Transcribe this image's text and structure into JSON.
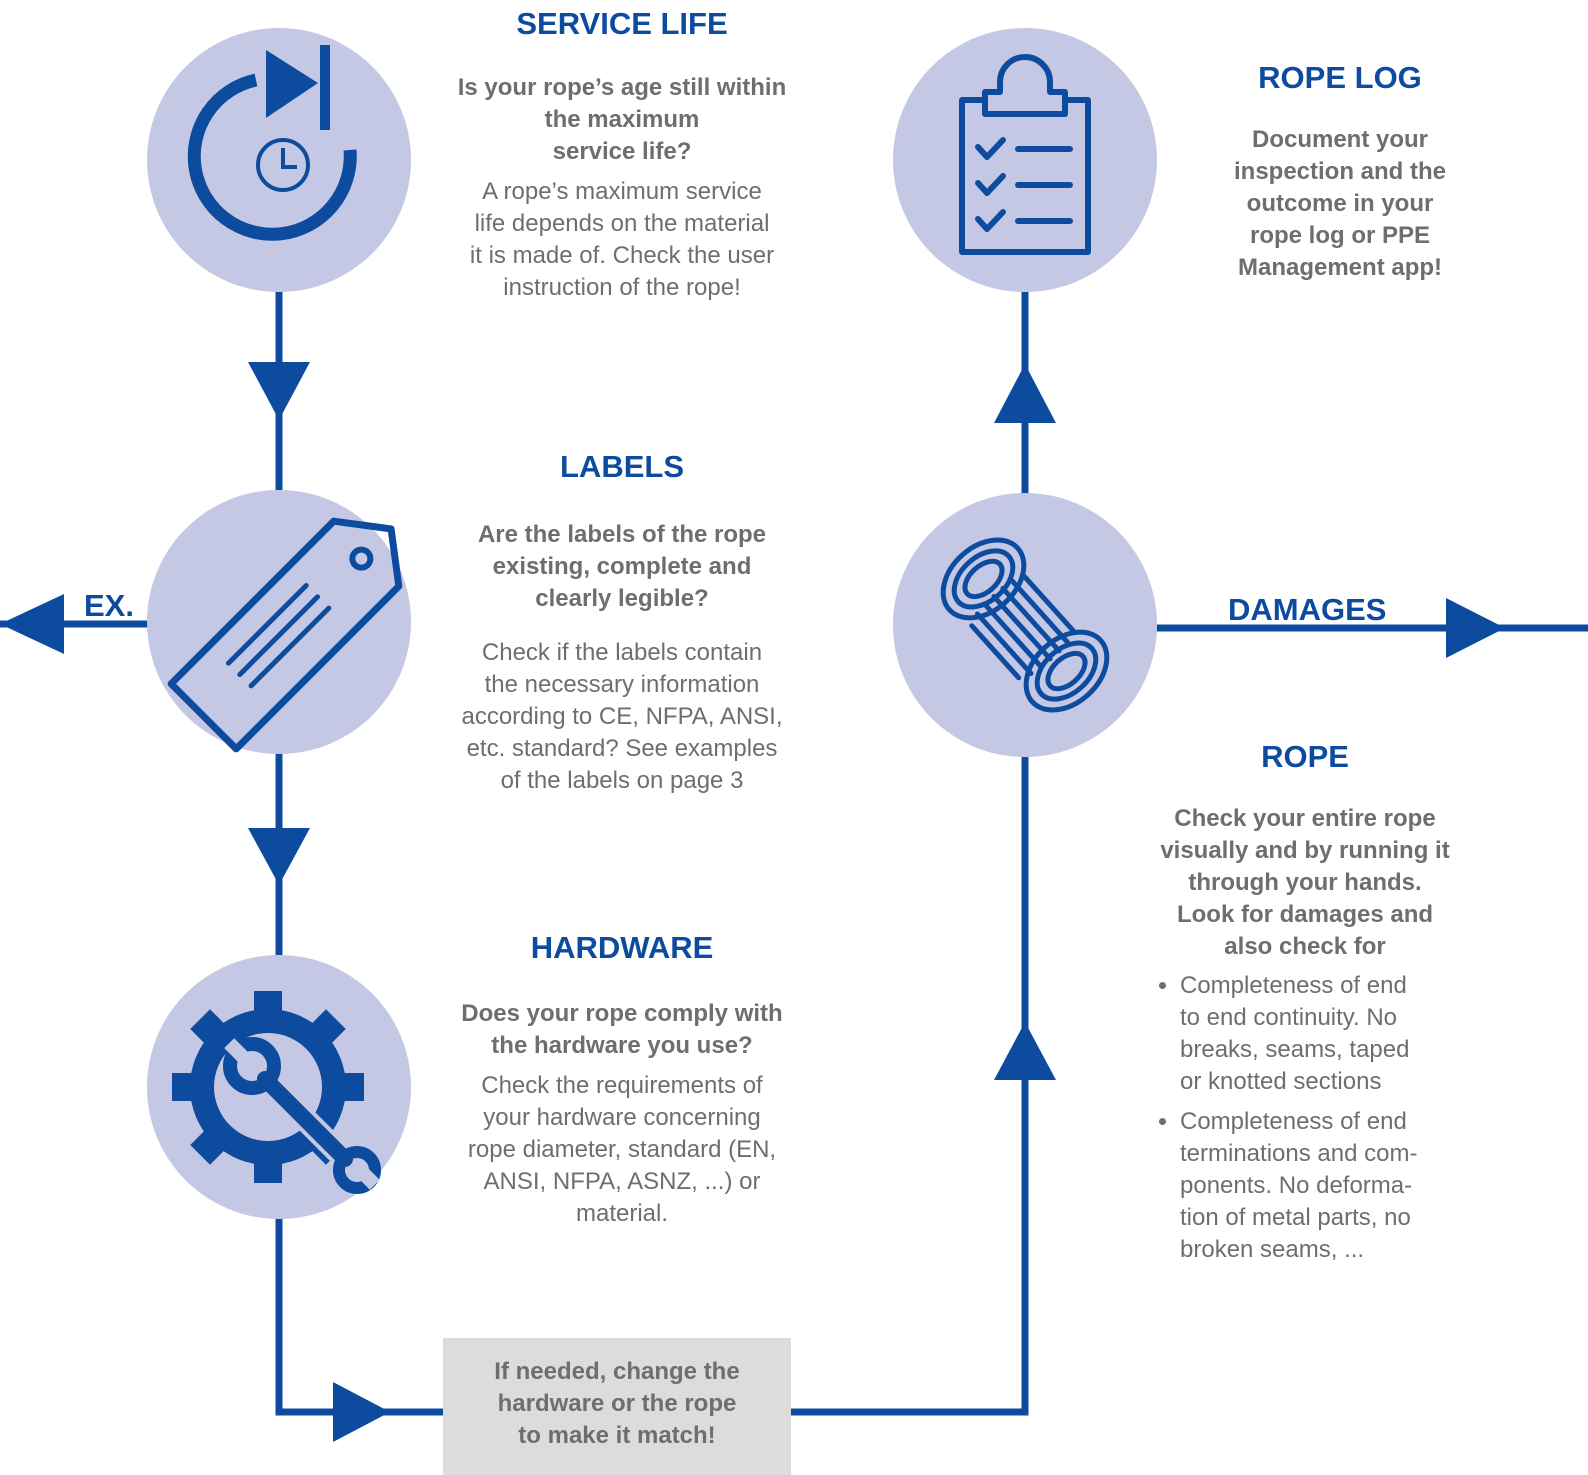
{
  "colors": {
    "brand_blue": "#0d4b9f",
    "circle_fill": "#c5c8e4",
    "text_gray": "#6d6e70",
    "note_bg": "#dcdcdc"
  },
  "steps": {
    "service_life": {
      "icon": "service-life-icon",
      "title": "SERVICE LIFE",
      "question": [
        "Is your rope’s age still within",
        "the maximum",
        "service life?"
      ],
      "description": [
        "A rope’s maximum service",
        "life depends on the material",
        "it is made of. Check the user",
        "instruction of the rope!"
      ]
    },
    "labels": {
      "icon": "tag-icon",
      "title": "LABELS",
      "question": [
        "Are the labels of the rope",
        "existing, complete and",
        "clearly legible?"
      ],
      "description": [
        "Check if the labels contain",
        "the necessary information",
        "according to CE, NFPA, ANSI,",
        "etc. standard? See examples",
        "of the labels on page 3"
      ]
    },
    "hardware": {
      "icon": "gear-wrench-icon",
      "title": "HARDWARE",
      "question": [
        "Does your rope comply with",
        "the hardware you use?"
      ],
      "description": [
        "Check the requirements of",
        "your hardware concerning",
        "rope diameter, standard (EN,",
        "ANSI, NFPA, ASNZ, ...) or",
        "material."
      ]
    },
    "rope_log": {
      "icon": "clipboard-checklist-icon",
      "title": "ROPE LOG",
      "question": [
        "Document your",
        "inspection and the",
        "outcome in your",
        "rope log or PPE",
        "Management app!"
      ]
    },
    "rope": {
      "icon": "coiled-rope-icon",
      "title": "ROPE",
      "question": [
        "Check your entire rope",
        "visually and by running it",
        "through your hands.",
        "Look for damages and",
        "also check for"
      ],
      "bullets": [
        [
          "Completeness of end",
          "to end continuity. No",
          "breaks, seams, taped",
          "or knotted sections"
        ],
        [
          "Completeness of end",
          "terminations and com-",
          "ponents. No deforma-",
          "tion of metal parts, no",
          "broken seams, ..."
        ]
      ]
    }
  },
  "branch_labels": {
    "exit_left": "EX.",
    "damages": "DAMAGES"
  },
  "note": [
    "If needed, change the",
    "hardware or the rope",
    "to make it match!"
  ]
}
